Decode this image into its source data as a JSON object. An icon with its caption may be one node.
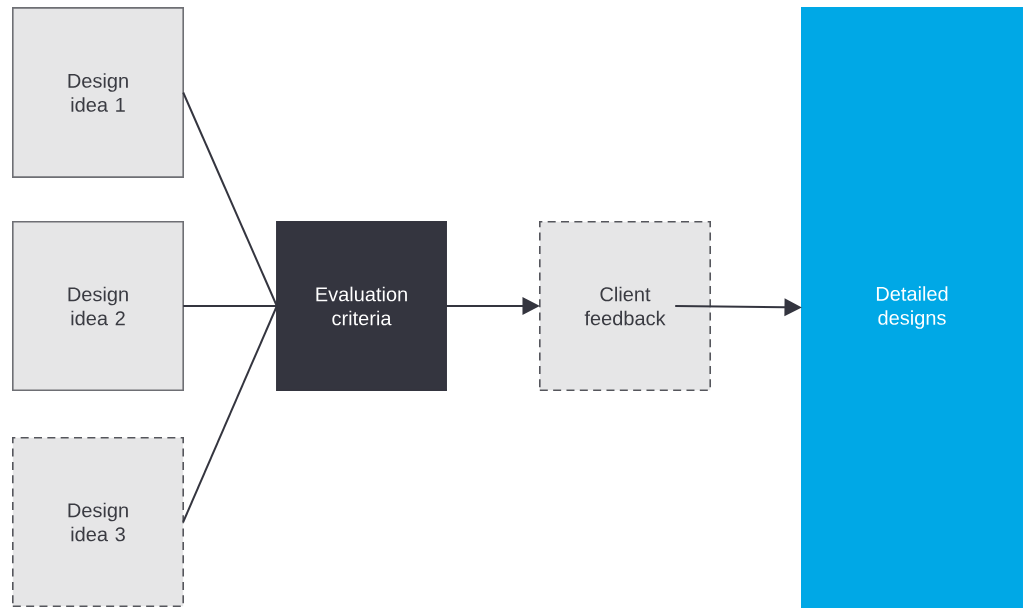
{
  "diagram": {
    "nodes": [
      {
        "text": [
          "Design idea 1"
        ]
      },
      {
        "text": [
          "Design idea 2"
        ]
      },
      {
        "text": [
          "Design idea 3"
        ]
      },
      {
        "text": [
          "Evaluation criteria"
        ]
      },
      {
        "text": [
          "Client feedback"
        ]
      },
      {
        "text": [
          "Detailed designs"
        ]
      }
    ],
    "edges": [
      {
        "from": 0,
        "to": 3,
        "arrow": "none"
      },
      {
        "from": 1,
        "to": 3,
        "arrow": "none"
      },
      {
        "from": 2,
        "to": 3,
        "arrow": "none"
      },
      {
        "from": 3,
        "to": 4,
        "arrow": "to"
      },
      {
        "from": 4,
        "to": 5,
        "arrow": "to"
      }
    ]
  }
}
